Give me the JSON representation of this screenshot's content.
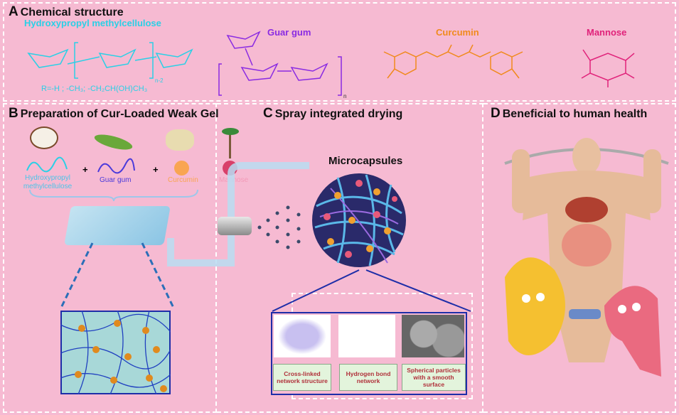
{
  "panel_a": {
    "letter": "A",
    "title": "Chemical structure",
    "hpmc": {
      "name": "Hydroxypropyl methylcellulose",
      "r_groups": "R=-H ; -CH₃; -CH₂CH(OH)CH₃",
      "repeat": "n-2",
      "color": "#2ad0e6"
    },
    "guar": {
      "name": "Guar gum",
      "repeat": "n",
      "color": "#8a2be2"
    },
    "curcumin": {
      "name": "Curcumin",
      "color": "#f08a1c"
    },
    "mannose": {
      "name": "Mannose",
      "color": "#e0227a"
    }
  },
  "panel_b": {
    "letter": "B",
    "title": "Preparation of Cur-Loaded Weak Gel",
    "ingredients": [
      "Hydroxypropyl methylcellulose",
      "Guar gum",
      "Curcumin"
    ],
    "plus": "+",
    "mannose": "Mannose"
  },
  "panel_c": {
    "letter": "C",
    "title": "Spray integrated drying",
    "microcapsules": "Microcapsules",
    "features": [
      "Cross-linked network structure",
      "Hydrogen bond network",
      "Spherical particles with a smooth surface"
    ]
  },
  "panel_d": {
    "letter": "D",
    "title": "Beneficial to human health"
  }
}
